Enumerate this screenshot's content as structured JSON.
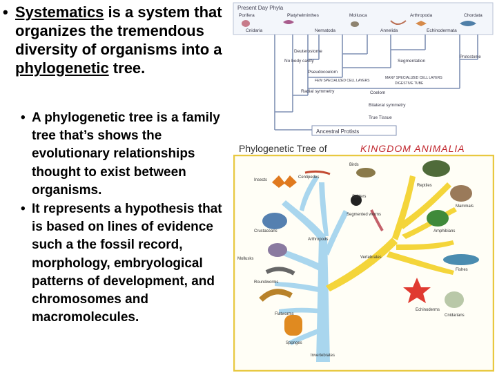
{
  "bullets": {
    "main": {
      "term1": "Systematics",
      "text1": " is a system that organizes the tremendous diversity of organisms into a ",
      "term2": "phylogenetic",
      "text2": " tree."
    },
    "sub": [
      "A phylogenetic tree is a family tree that’s shows the evolutionary relationships thought to exist between organisms.",
      "It represents a hypothesis that is based on lines of evidence such a the fossil record, morphology, embryological patterns of development, and chromosomes and macromolecules."
    ]
  },
  "figure_top": {
    "title": "Present Day Phyla",
    "phyla_row1": [
      "Porifera",
      "Platyhelminthes",
      "Mollusca",
      "Arthropoda",
      "Chordata"
    ],
    "phyla_row2": [
      "Cnidaria",
      "Nematoda",
      "Annelida",
      "Echinodermata"
    ],
    "nodes": {
      "deuterostome": "Deuterostome",
      "protostome": "Protostome",
      "no_body_cavity": "No body cavity",
      "segmentation": "Segmentation",
      "pseudocoelom": "Pseudocoelom",
      "few_specialized": "FEW SPECIALIZED CELL LAYERS",
      "many_specialized": "MANY SPECIALIZED CELL LAYERS",
      "digestive_tube": "DIGESTIVE TUBE",
      "radial": "Radial symmetry",
      "coelom": "Coelom",
      "bilateral": "Bilateral symmetry",
      "true_tissue": "True Tissue",
      "ancestral": "Ancestral Protists"
    }
  },
  "figure_bottom": {
    "title_prefix": "Phylogenetic Tree of",
    "title_main": "KINGDOM ANIMALIA",
    "labels": {
      "insects": "Insects",
      "centipedes": "Centipedes",
      "birds": "Birds",
      "reptiles": "Reptiles",
      "spiders": "Spiders",
      "mammals": "Mammals",
      "crustaceans": "Crustaceans",
      "segmented_worms": "Segmented worms",
      "amphibians": "Amphibians",
      "mollusks": "Mollusks",
      "arthropods": "Arthropods",
      "vertebrates": "Vertebrates",
      "fishes": "Fishes",
      "roundworms": "Roundworms",
      "echinoderms": "Echinoderms",
      "flatworms": "Flatworms",
      "cnidarians": "Cnidarians",
      "sponges": "Sponges",
      "invertebrates": "Invertebrates"
    }
  }
}
